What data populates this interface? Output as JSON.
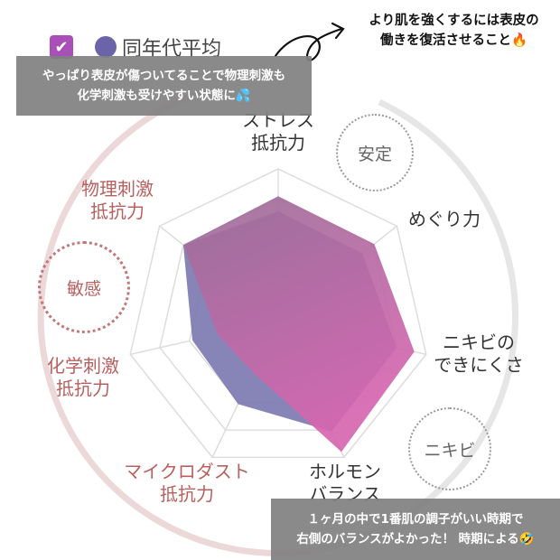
{
  "legend": {
    "checkbox_color": "#a84fb8",
    "average_color": "#6c64a8",
    "average_label": "同年代平均"
  },
  "overlays": {
    "top_note": [
      "やっぱり表皮が傷ついてることで物理刺激も",
      "化学刺激も受けやすい状態に💦"
    ],
    "top_right_note": [
      "より肌を強くするには表皮の",
      "働きを復活させること🔥"
    ],
    "bottom_note": [
      "１ヶ月の中で1番肌の調子がいい時期で",
      "右側のバランスがよかった！ 時期による🤣"
    ]
  },
  "bubbles": {
    "stable": "安定",
    "sensitive": "敏感",
    "acne": "ニキビ"
  },
  "chart_data": {
    "type": "radar",
    "axes": [
      "ストレス\n抵抗力",
      "めぐり力",
      "ニキビの\nできにくさ",
      "ホルモン\nバランス",
      "マイクロダスト\n抵抗力",
      "化学刺激\n抵抗力",
      "物理刺激\n抵抗力"
    ],
    "range": [
      0,
      5
    ],
    "grid_levels": [
      3,
      4,
      5
    ],
    "series": [
      {
        "color": "#c260a8",
        "values": [
          4.1,
          4.05,
          4.6,
          4.8,
          1.9,
          2.05,
          4.0
        ]
      },
      {
        "name": "同年代平均",
        "color": "#7a78b0",
        "values": [
          3.6,
          3.55,
          4.0,
          4.05,
          3.05,
          2.9,
          4.0
        ]
      }
    ]
  }
}
